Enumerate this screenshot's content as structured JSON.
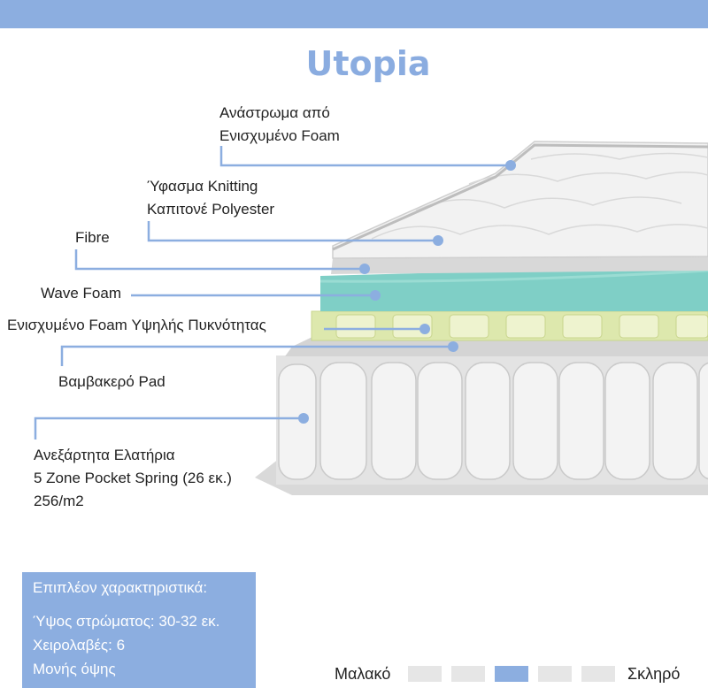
{
  "title": "Utopia",
  "layers": [
    {
      "lines": [
        "Ανάστρωμα από",
        "Ενισχυμένο Foam"
      ]
    },
    {
      "lines": [
        "Ύφασμα Knitting",
        "Καπιτονέ Polyester"
      ]
    },
    {
      "lines": [
        "Fibre"
      ]
    },
    {
      "lines": [
        "Wave Foam"
      ]
    },
    {
      "lines": [
        "Ενισχυμένο Foam Υψηλής Πυκνότητας"
      ]
    },
    {
      "lines": [
        "Βαμβακερό Pad"
      ]
    },
    {
      "lines": [
        "Ανεξάρτητα Ελατήρια",
        "5 Zone Pocket Spring (26 εκ.)",
        "256/m2"
      ]
    }
  ],
  "features": {
    "heading": "Επιπλέον χαρακτηριστικά:",
    "items": [
      "Ύψος στρώματος: 30-32 εκ.",
      "Χειρολαβές: 6",
      "Μονής όψης"
    ]
  },
  "firmness": {
    "soft_label": "Μαλακό",
    "hard_label": "Σκληρό",
    "levels": 5,
    "selected": 3
  },
  "colors": {
    "accent": "#8caee0",
    "wave_foam": "#7fcfc6",
    "hd_foam": "#dfe9b0",
    "springs": "#ececec"
  }
}
